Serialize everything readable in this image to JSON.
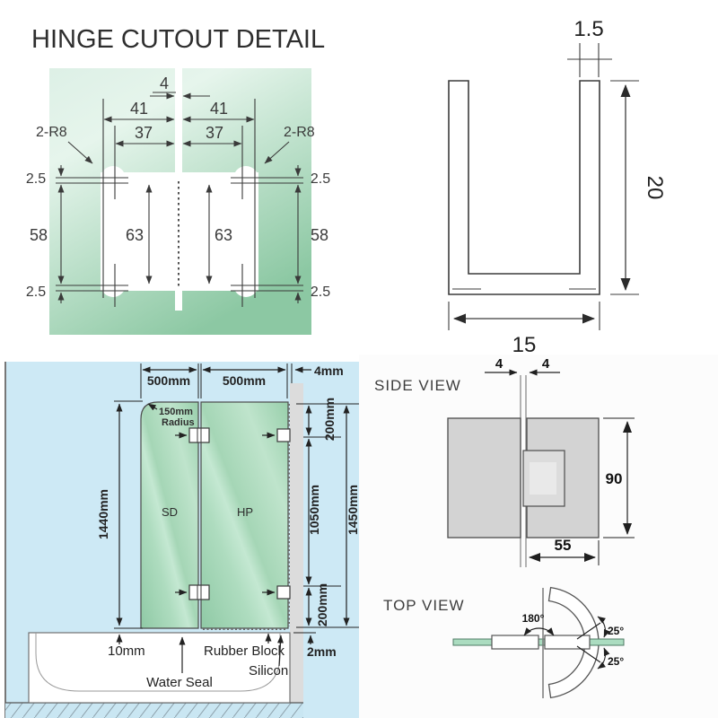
{
  "title": "HINGE CUTOUT DETAIL",
  "cutout": {
    "gap": "4",
    "d41": "41",
    "d37": "37",
    "r8": "2-R8",
    "d25": "2.5",
    "d58": "58",
    "d63": "63"
  },
  "channel": {
    "thickness": "1.5",
    "height": "20",
    "width": "15"
  },
  "install": {
    "w500": "500mm",
    "w4": "4mm",
    "radius1": "150mm",
    "radius2": "Radius",
    "h1440": "1440mm",
    "h200": "200mm",
    "h1050": "1050mm",
    "h1450": "1450mm",
    "sd": "SD",
    "hp": "HP",
    "g10": "10mm",
    "water_seal": "Water Seal",
    "rubber_block": "Rubber Block",
    "silicon": "Silicon",
    "g2": "2mm"
  },
  "views": {
    "side": "SIDE VIEW",
    "top": "TOP VIEW",
    "d4": "4",
    "d90": "90",
    "d55": "55",
    "a180": "180°",
    "a25": "25°"
  },
  "colors": {
    "install_bg": "#cde9f5",
    "floor_bg": "#c9e6f2",
    "wall": "#dcdcdc",
    "plate": "#d3d3d3",
    "topview_glass": "#abdcc0",
    "cutout_light": "#ddf0e6",
    "cutout_dark": "#8cc8a3",
    "line": "#3a3a3a",
    "title": "#4f4f4f"
  }
}
